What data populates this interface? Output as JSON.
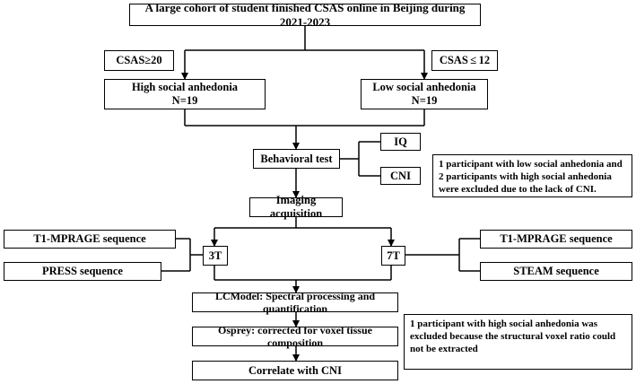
{
  "flowchart": {
    "top": "A large cohort of student finished CSAS online in Beijing during 2021-2023",
    "csas_high": "CSAS≥20",
    "csas_low": "CSAS ≤ 12",
    "high_group": {
      "title": "High social anhedonia",
      "n": "N=19"
    },
    "low_group": {
      "title": "Low social anhedonia",
      "n": "N=19"
    },
    "behavioral": "Behavioral test",
    "iq": "IQ",
    "cni": "CNI",
    "exclusion_1": "1 participant with low social anhedonia and 2 participants with high social anhedonia were excluded due to the lack of CNI.",
    "imaging": "Imaging acquisition",
    "t1_left": "T1-MPRAGE sequence",
    "press": "PRESS sequence",
    "field_3t": "3T",
    "field_7t": "7T",
    "t1_right": "T1-MPRAGE sequence",
    "steam": "STEAM sequence",
    "lcmodel": "LCModel: Spectral processing and quantification",
    "osprey": "Osprey: corrected for voxel tissue composition",
    "correlate": "Correlate with CNI",
    "exclusion_2": "1 participant with high social anhedonia was excluded because the structural voxel ratio could not be extracted"
  }
}
